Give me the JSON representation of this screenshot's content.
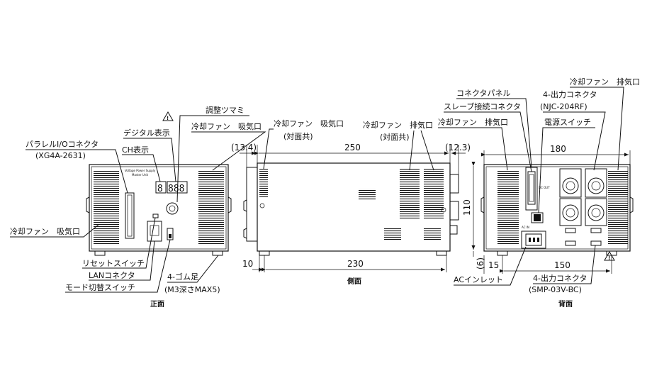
{
  "front": {
    "caption": "正面",
    "labels": {
      "parallel_connector": "パラレルI/Oコネクタ",
      "parallel_connector_model": "(XG4A-2631)",
      "ch_display": "CH表示",
      "digital_display": "デジタル表示",
      "adjust_knob": "調整ツマミ",
      "fan_intake_top": "冷却ファン　吸気口",
      "fan_intake_left": "冷却ファン　吸気口",
      "reset_switch": "リセットスイッチ",
      "lan_connector": "LANコネクタ",
      "mode_switch": "モード切替スイッチ",
      "rubber_feet": "4-ゴム足",
      "rubber_feet_spec": "(M3深さMAX5)",
      "panel_brand": "Voltage Power Supply",
      "panel_unit": "Master Unit"
    }
  },
  "side": {
    "caption": "側面",
    "labels": {
      "fan_intake": "冷却ファン　吸気口",
      "both_sides_1": "(対面共)",
      "fan_exhaust": "冷却ファン　排気口",
      "both_sides_2": "(対面共)"
    },
    "dims": {
      "depth_total": "250",
      "front_protrusion": "(13.4)",
      "rear_protrusion": "(12.3)",
      "foot_offset": "10",
      "foot_span": "230"
    }
  },
  "rear": {
    "caption": "背面",
    "labels": {
      "fan_exhaust_left": "冷却ファン　排気口",
      "fan_exhaust_right": "冷却ファン　排気口",
      "connector_panel": "コネクタパネル",
      "slave_connector": "スレーブ接続コネクタ",
      "output_connector_4": "4-出力コネクタ",
      "output_connector_4_model": "(NJC-204RF)",
      "power_switch": "電源スイッチ",
      "ac_inlet": "ACインレット",
      "output_connector_4b": "4-出力コネクタ",
      "output_connector_4b_model": "(SMP-03V-BC)",
      "panel_ac": "AC IN",
      "panel_dc": "DC OUT"
    },
    "dims": {
      "width": "180",
      "height": "110",
      "foot_height": "(6)",
      "left_offset": "15",
      "foot_span": "150"
    }
  }
}
